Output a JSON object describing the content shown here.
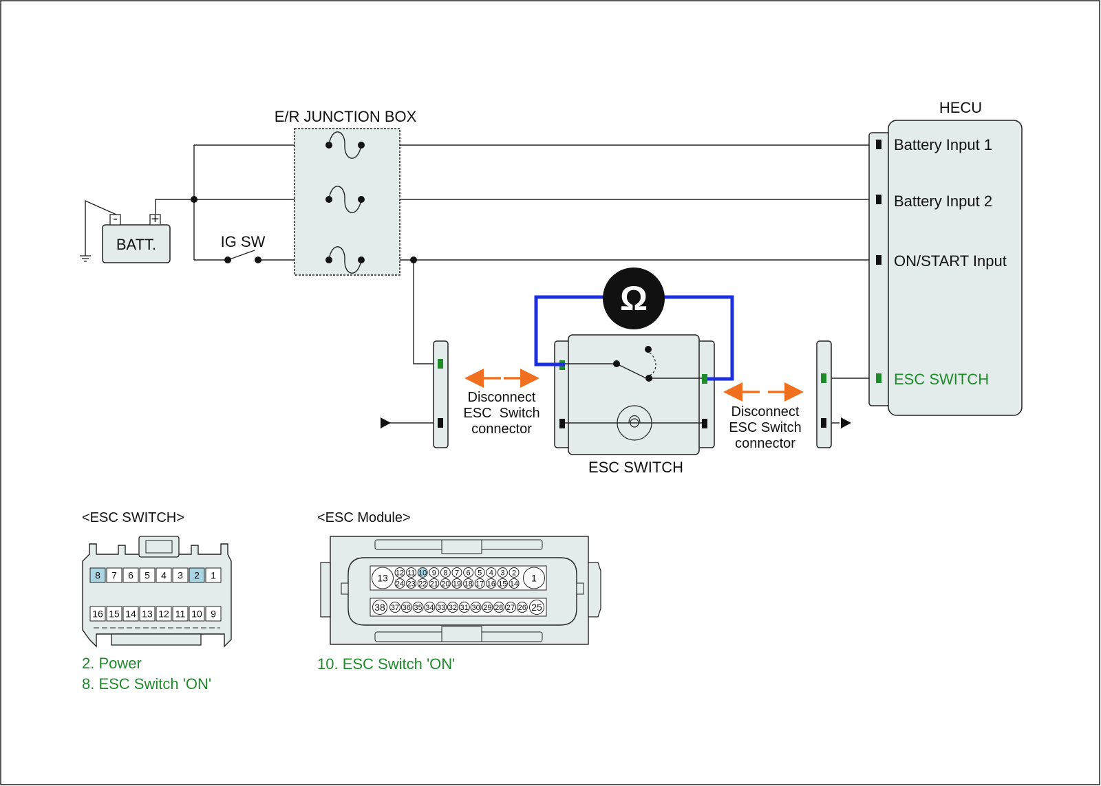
{
  "components": {
    "junction_box": "E/R JUNCTION BOX",
    "battery": "BATT.",
    "battery_minus": "-",
    "battery_plus": "+",
    "ig_switch": "IG SW",
    "hecu": "HECU",
    "esc_switch": "ESC SWITCH",
    "ohmmeter_symbol": "Ω"
  },
  "hecu_inputs": {
    "battery_input_1": "Battery Input 1",
    "battery_input_2": "Battery Input 2",
    "on_start_input": "ON/START Input",
    "esc_switch_input": "ESC SWITCH"
  },
  "disconnect_notes": {
    "left": [
      "Disconnect",
      "ESC  Switch",
      "connector"
    ],
    "right": [
      "Disconnect",
      "ESC Switch",
      "connector"
    ]
  },
  "connector_views": {
    "esc_switch": {
      "title": "<ESC SWITCH>",
      "top_row": [
        "8",
        "7",
        "6",
        "5",
        "4",
        "3",
        "2",
        "1"
      ],
      "bottom_row": [
        "16",
        "15",
        "14",
        "13",
        "12",
        "11",
        "10",
        "9"
      ],
      "highlighted": [
        "8",
        "2"
      ],
      "legend": [
        "2. Power",
        "8. ESC Switch 'ON'"
      ]
    },
    "esc_module": {
      "title": "<ESC Module>",
      "big_left": "13",
      "big_right": "1",
      "row1": [
        "12",
        "11",
        "10",
        "9",
        "8",
        "7",
        "6",
        "5",
        "4",
        "3",
        "2"
      ],
      "row2": [
        "24",
        "23",
        "22",
        "21",
        "20",
        "19",
        "18",
        "17",
        "16",
        "15",
        "14"
      ],
      "row3_left": "38",
      "row3": [
        "37",
        "36",
        "35",
        "34",
        "33",
        "32",
        "31",
        "30",
        "29",
        "28",
        "27",
        "26"
      ],
      "row3_right": "25",
      "highlighted": [
        "10"
      ],
      "legend": [
        "10. ESC Switch 'ON'"
      ]
    }
  },
  "colors": {
    "measurement_lead": "#1b2ee0",
    "arrow": "#f07020",
    "terminal_green": "#1e8a2a",
    "highlight_pin": "#a9d6e2",
    "legend_text": "#1e8a2a"
  }
}
